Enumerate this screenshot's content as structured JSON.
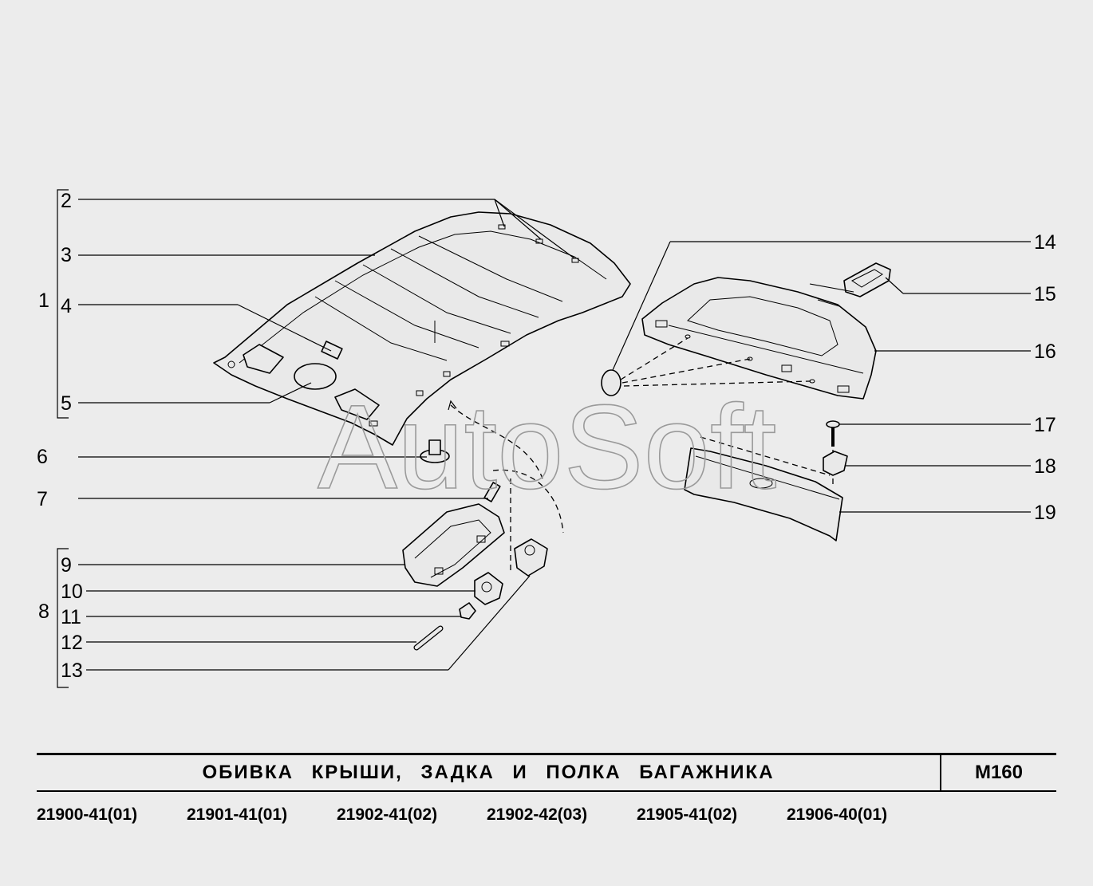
{
  "diagram": {
    "callouts": [
      "1",
      "2",
      "3",
      "4",
      "5",
      "6",
      "7",
      "8",
      "9",
      "10",
      "11",
      "12",
      "13",
      "14",
      "15",
      "16",
      "17",
      "18",
      "19"
    ],
    "watermark": "AutoSoft"
  },
  "footer": {
    "title": "ОБИВКА КРЫШИ, ЗАДКА И ПОЛКА БАГАЖНИКА",
    "code": "M160",
    "models": [
      "21900-41(01)",
      "21901-41(01)",
      "21902-41(02)",
      "21902-42(03)",
      "21905-41(02)",
      "21906-40(01)"
    ]
  }
}
